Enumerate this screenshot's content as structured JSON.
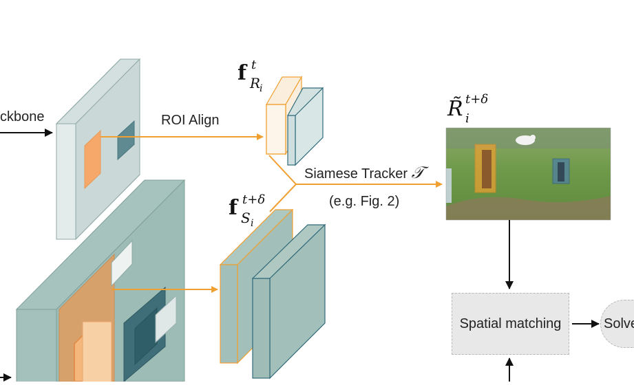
{
  "labels": {
    "backbone": "ckbone",
    "roi_align": "ROI Align",
    "siamese_tracker": "Siamese Tracker",
    "siamese_symbol": "𝒯",
    "example_ref": "(e.g. Fig. 2)",
    "spatial_matching": "Spatial matching",
    "solver": "Solve"
  },
  "math": {
    "f_R_base": "f",
    "f_R_sup": "t",
    "f_R_sub": "R",
    "f_R_subsub": "i",
    "f_S_base": "f",
    "f_S_sup": "t+δ",
    "f_S_sub": "S",
    "f_S_subsub": "i",
    "R_tilde_base": "R̃",
    "R_tilde_sup": "t+δ",
    "R_tilde_sub": "i"
  },
  "colors": {
    "orange": "#f0a030",
    "orange_fill": "#f5a86a",
    "light_panel": "#e3ebeb",
    "light_panel_side": "#cdd9d9",
    "teal_panel": "#9dbcb6",
    "teal_side": "#86a8a2",
    "teal_dark": "#3f6e78",
    "arrow_black": "#111111",
    "box_fill": "#e8e8e8"
  }
}
